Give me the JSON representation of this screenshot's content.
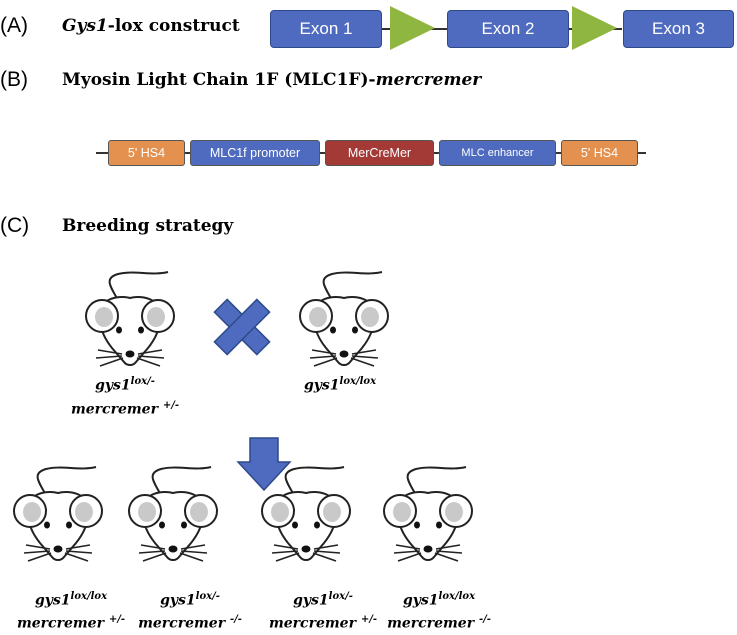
{
  "panels": {
    "a": {
      "label": "(A)",
      "title_italic": "Gys1",
      "title_rest": "-lox construct"
    },
    "b": {
      "label": "(B)",
      "title_plain": "Myosin Light Chain 1F (MLC1F)-",
      "title_italic": "mercremer"
    },
    "c": {
      "label": "(C)",
      "title": "Breeding strategy"
    }
  },
  "exons": [
    "Exon 1",
    "Exon 2",
    "Exon 3"
  ],
  "elements": [
    "5' HS4",
    "MLC1f promoter",
    "MerCreMer",
    "MLC enhancer",
    "5' HS4"
  ],
  "parents": [
    {
      "gene": "gys1",
      "gene_sup": "lox/-",
      "cre": "mercremer",
      "cre_sup": "+/-"
    },
    {
      "gene": "gys1",
      "gene_sup": "lox/lox",
      "cre": "",
      "cre_sup": ""
    }
  ],
  "offspring": [
    {
      "gene": "gys1",
      "gene_sup": "lox/lox",
      "cre": "mercremer",
      "cre_sup": "+/-"
    },
    {
      "gene": "gys1",
      "gene_sup": "lox/-",
      "cre": "mercremer",
      "cre_sup": "-/-"
    },
    {
      "gene": "gys1",
      "gene_sup": "lox/-",
      "cre": "mercremer",
      "cre_sup": "+/-"
    },
    {
      "gene": "gys1",
      "gene_sup": "lox/lox",
      "cre": "mercremer",
      "cre_sup": "-/-"
    }
  ],
  "colors": {
    "exon": "#4f6bbf",
    "lox": "#8fb640",
    "orange": "#e4914f",
    "red": "#a33a36",
    "arrow": "#4f6bbf"
  }
}
